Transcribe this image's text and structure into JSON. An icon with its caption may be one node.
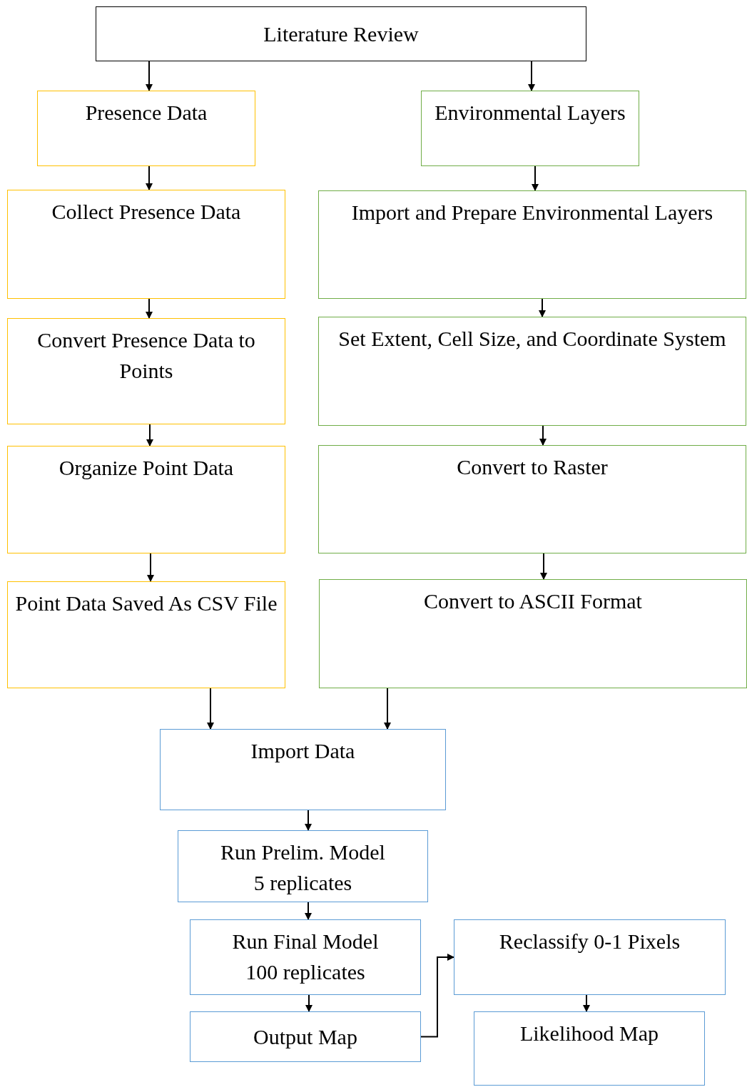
{
  "diagram": {
    "nodes": [
      {
        "text": [
          "Literature Review"
        ]
      },
      {
        "text": [
          "Presence Data"
        ]
      },
      {
        "text": [
          "Environmental Layers"
        ]
      },
      {
        "text": [
          "Collect Presence Data"
        ]
      },
      {
        "text": [
          "Convert Presence Data to Points"
        ]
      },
      {
        "text": [
          "Organize Point Data"
        ]
      },
      {
        "text": [
          "Point Data Saved As CSV File"
        ]
      },
      {
        "text": [
          "Import and Prepare Environmental Layers"
        ]
      },
      {
        "text": [
          "Set Extent, Cell Size, and Coordinate System"
        ]
      },
      {
        "text": [
          "Convert to Raster"
        ]
      },
      {
        "text": [
          "Convert to ASCII Format"
        ]
      },
      {
        "text": [
          "Import Data"
        ]
      },
      {
        "text": [
          "Run Prelim. Model",
          "5 replicates"
        ]
      },
      {
        "text": [
          "Run Final Model",
          "100 replicates"
        ]
      },
      {
        "text": [
          "Output Map"
        ]
      },
      {
        "text": [
          "Reclassify 0-1 Pixels"
        ]
      },
      {
        "text": [
          "Likelihood Map"
        ]
      }
    ],
    "edges": [
      {
        "from": 0,
        "to": 1,
        "arrow": "to"
      },
      {
        "from": 0,
        "to": 2,
        "arrow": "to"
      },
      {
        "from": 1,
        "to": 3,
        "arrow": "to"
      },
      {
        "from": 3,
        "to": 4,
        "arrow": "to"
      },
      {
        "from": 4,
        "to": 5,
        "arrow": "to"
      },
      {
        "from": 5,
        "to": 6,
        "arrow": "to"
      },
      {
        "from": 2,
        "to": 7,
        "arrow": "to"
      },
      {
        "from": 7,
        "to": 8,
        "arrow": "to"
      },
      {
        "from": 8,
        "to": 9,
        "arrow": "to"
      },
      {
        "from": 9,
        "to": 10,
        "arrow": "to"
      },
      {
        "from": 6,
        "to": 11,
        "arrow": "to"
      },
      {
        "from": 10,
        "to": 11,
        "arrow": "to"
      },
      {
        "from": 11,
        "to": 12,
        "arrow": "to"
      },
      {
        "from": 12,
        "to": 13,
        "arrow": "to"
      },
      {
        "from": 13,
        "to": 14,
        "arrow": "to"
      },
      {
        "from": 14,
        "to": 15,
        "arrow": "to"
      },
      {
        "from": 15,
        "to": 16,
        "arrow": "to"
      }
    ]
  }
}
